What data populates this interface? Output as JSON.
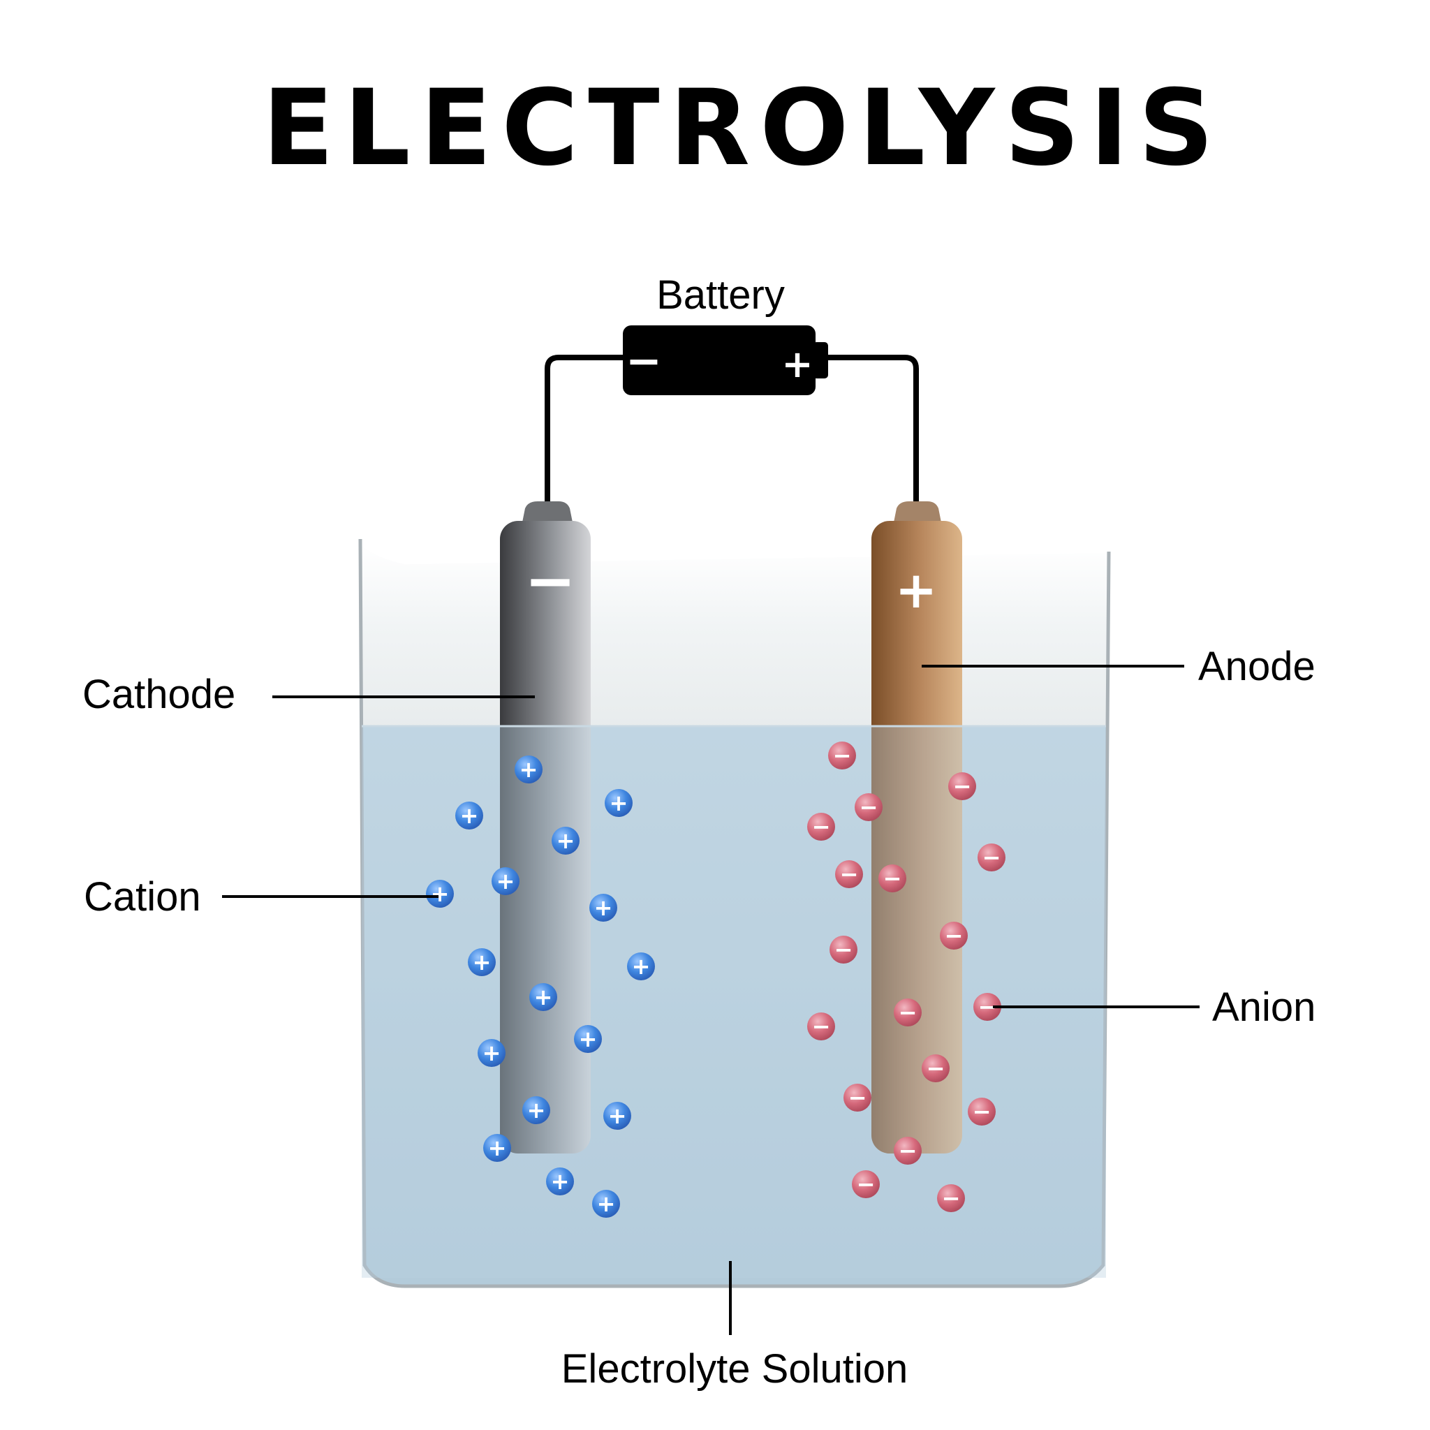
{
  "title": "ELECTROLYSIS",
  "labels": {
    "battery": "Battery",
    "cathode": "Cathode",
    "anode": "Anode",
    "cation": "Cation",
    "anion": "Anion",
    "electrolyte": "Electrolyte Solution"
  },
  "battery_signs": {
    "negative": "−",
    "positive": "+"
  },
  "electrode_signs": {
    "cathode": "−",
    "anode": "+"
  },
  "ion_signs": {
    "cation": "+",
    "anion": "−"
  },
  "colors": {
    "cation": "#3f86e0",
    "anion": "#d66a7c",
    "solution": "#b9d0df",
    "cathode": "#8a8d92",
    "anode": "#b08660",
    "battery": "#000000"
  }
}
